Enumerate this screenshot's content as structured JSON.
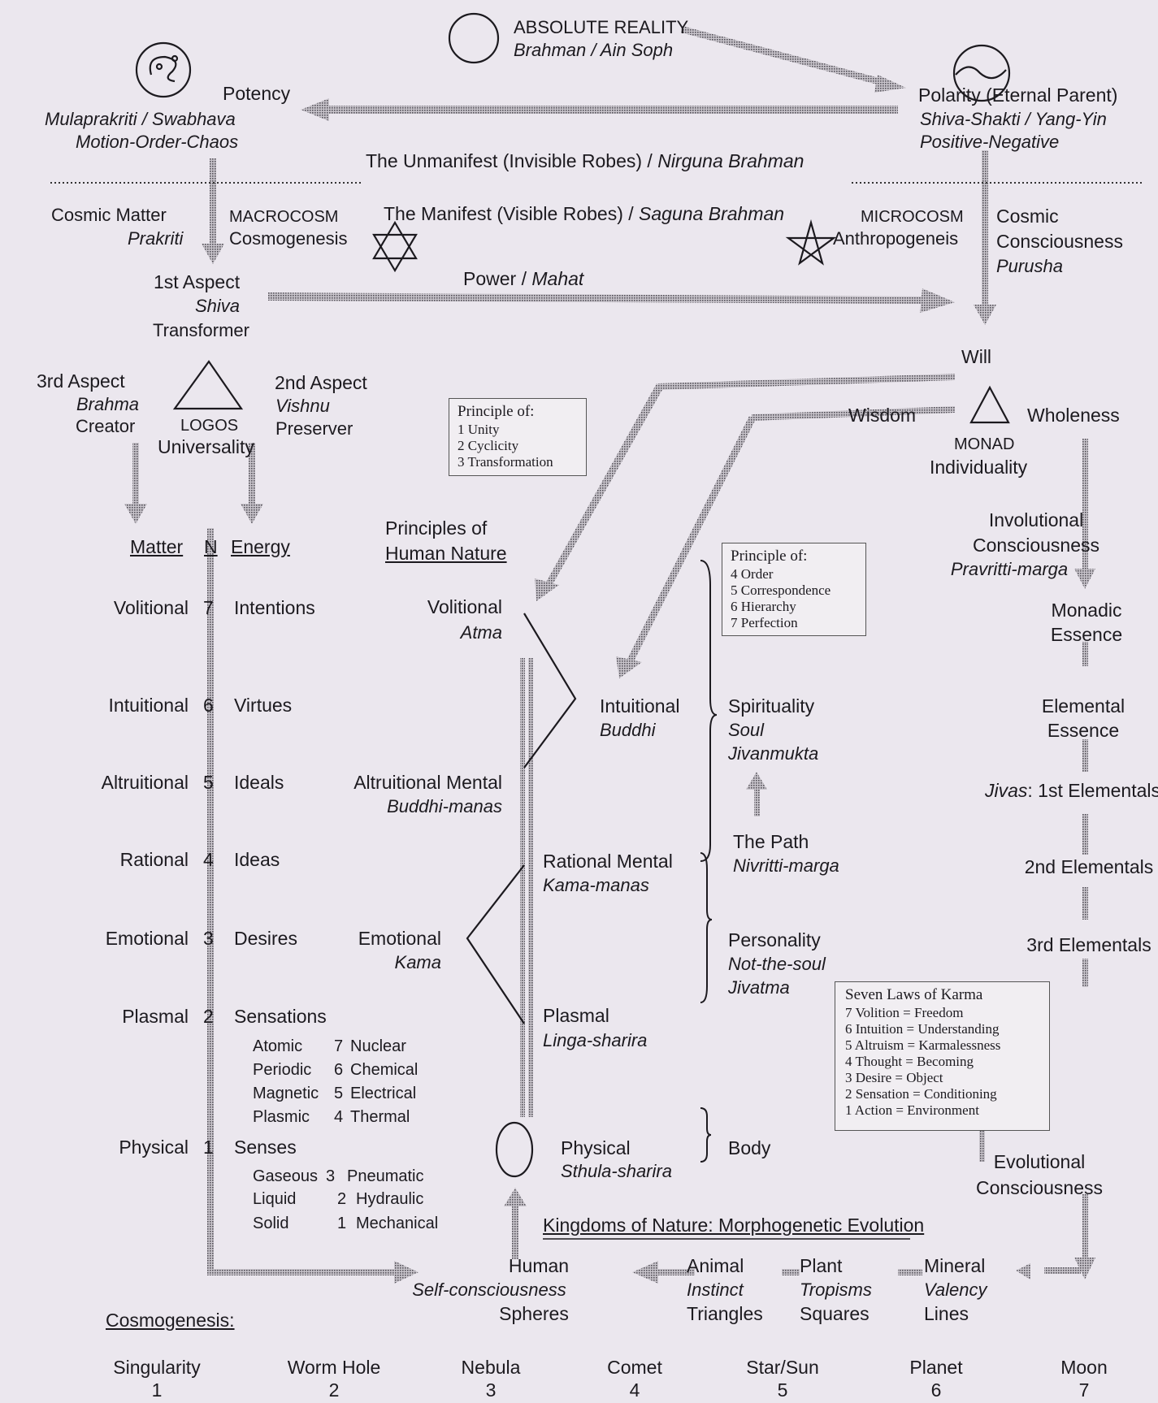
{
  "top": {
    "absolute": "ABSOLUTE REALITY",
    "absolute_sub": "Brahman / Ain Soph",
    "potency": "Potency",
    "potency_sub1": "Mulaprakriti / Swabhava",
    "potency_sub2": "Motion-Order-Chaos",
    "polarity": "Polarity (Eternal Parent)",
    "polarity_sub1": "Shiva-Shakti / Yang-Yin",
    "polarity_sub2": "Positive-Negative",
    "unmanifest": "The Unmanifest (Invisible Robes) /",
    "unmanifest_it": "Nirguna Brahman"
  },
  "mid": {
    "cosmic_matter": "Cosmic Matter",
    "prakriti": "Prakriti",
    "macrocosm": "MACROCOSM",
    "cosmogenesis": "Cosmogenesis",
    "manifest": "The Manifest (Visible Robes) /",
    "manifest_it": "Saguna Brahman",
    "microcosm": "MICROCOSM",
    "anthropogeneis": "Anthropogeneis",
    "cosmic_consciousness": "Cosmic",
    "cosmic_consciousness2": "Consciousness",
    "purusha": "Purusha",
    "power": "Power /",
    "mahat": "Mahat",
    "aspect1": "1st Aspect",
    "shiva": "Shiva",
    "transformer": "Transformer",
    "will": "Will",
    "aspect3": "3rd Aspect",
    "brahma": "Brahma",
    "creator": "Creator",
    "logos": "LOGOS",
    "universality": "Universality",
    "aspect2": "2nd Aspect",
    "vishnu": "Vishnu",
    "preserver": "Preserver",
    "wisdom": "Wisdom",
    "wholeness": "Wholeness",
    "monad": "MONAD",
    "individuality": "Individuality"
  },
  "principle_box1": {
    "title": "Principle of:",
    "items": [
      "1 Unity",
      "2 Cyclicity",
      "3 Transformation"
    ]
  },
  "principle_box2": {
    "title": "Principle of:",
    "items": [
      "4 Order",
      "5 Correspondence",
      "6 Hierarchy",
      "7 Perfection"
    ]
  },
  "headers": {
    "matter": "Matter",
    "n": "N",
    "energy": "Energy",
    "principles": "Principles of",
    "human_nature": "Human Nature"
  },
  "planes": [
    {
      "matter": "Volitional",
      "n": "7",
      "energy": "Intentions"
    },
    {
      "matter": "Intuitional",
      "n": "6",
      "energy": "Virtues"
    },
    {
      "matter": "Altruitional",
      "n": "5",
      "energy": "Ideals"
    },
    {
      "matter": "Rational",
      "n": "4",
      "energy": "Ideas"
    },
    {
      "matter": "Emotional",
      "n": "3",
      "energy": "Desires"
    },
    {
      "matter": "Plasmal",
      "n": "2",
      "energy": "Sensations"
    },
    {
      "matter": "Physical",
      "n": "1",
      "energy": "Senses"
    }
  ],
  "sub_plasmal": [
    {
      "a": "Atomic",
      "n": "7",
      "b": "Nuclear"
    },
    {
      "a": "Periodic",
      "n": "6",
      "b": "Chemical"
    },
    {
      "a": "Magnetic",
      "n": "5",
      "b": "Electrical"
    },
    {
      "a": "Plasmic",
      "n": "4",
      "b": "Thermal"
    }
  ],
  "sub_physical": [
    {
      "a": "Gaseous",
      "n": "3",
      "b": "Pneumatic"
    },
    {
      "a": "Liquid",
      "n": "2",
      "b": "Hydraulic"
    },
    {
      "a": "Solid",
      "n": "1",
      "b": "Mechanical"
    }
  ],
  "principles": {
    "volitional": "Volitional",
    "atma": "Atma",
    "altruitional": "Altruitional Mental",
    "buddhi_manas": "Buddhi-manas",
    "emotional": "Emotional",
    "kama": "Kama",
    "intuitional": "Intuitional",
    "buddhi": "Buddhi",
    "rational": "Rational Mental",
    "kama_manas": "Kama-manas",
    "plasmal": "Plasmal",
    "linga": "Linga-sharira",
    "physical": "Physical",
    "sthula": "Sthula-sharira"
  },
  "groups": {
    "spirituality": "Spirituality",
    "soul": "Soul",
    "jivanmukta": "Jivanmukta",
    "path": "The Path",
    "nivritti": "Nivritti-marga",
    "personality": "Personality",
    "not_soul": "Not-the-soul",
    "jivatma": "Jivatma",
    "body": "Body"
  },
  "right_col": {
    "involutional": "Involutional",
    "involutional2": "Consciousness",
    "pravritti": "Pravritti-marga",
    "monadic": "Monadic",
    "monadic2": "Essence",
    "elemental": "Elemental",
    "elemental2": "Essence",
    "jivas": "Jivas",
    "first_elementals": ": 1st Elementals",
    "second_elementals": "2nd Elementals",
    "third_elementals": "3rd Elementals",
    "evolutional": "Evolutional",
    "evolutional2": "Consciousness"
  },
  "karma": {
    "title": "Seven Laws of Karma",
    "items": [
      "7  Volition = Freedom",
      "6  Intuition = Understanding",
      "5  Altruism = Karmalessness",
      "4  Thought = Becoming",
      "3  Desire = Object",
      "2  Sensation = Conditioning",
      "1  Action = Environment"
    ]
  },
  "kingdoms": {
    "title": "Kingdoms of Nature:  Morphogenetic Evolution",
    "human": "Human",
    "human_sub": "Self-consciousness",
    "human_shape": "Spheres",
    "animal": "Animal",
    "animal_sub": "Instinct",
    "animal_shape": "Triangles",
    "plant": "Plant",
    "plant_sub": "Tropisms",
    "plant_shape": "Squares",
    "mineral": "Mineral",
    "mineral_sub": "Valency",
    "mineral_shape": "Lines"
  },
  "cosmogenesis": {
    "title": "Cosmogenesis:",
    "items": [
      {
        "name": "Singularity",
        "n": "1"
      },
      {
        "name": "Worm Hole",
        "n": "2"
      },
      {
        "name": "Nebula",
        "n": "3"
      },
      {
        "name": "Comet",
        "n": "4"
      },
      {
        "name": "Star/Sun",
        "n": "5"
      },
      {
        "name": "Planet",
        "n": "6"
      },
      {
        "name": "Moon",
        "n": "7"
      }
    ]
  },
  "icons": {
    "absolute": "circle-icon",
    "potency": "yin-yang-icon",
    "polarity": "yin-yang-icon",
    "macro": "hexagram-icon",
    "micro": "pentagram-icon",
    "logos": "triangle-icon",
    "monad": "triangle-icon"
  },
  "colors": {
    "background": "#ebe7ee",
    "ink": "#1c1a1f",
    "arrow": "#8a8790"
  }
}
